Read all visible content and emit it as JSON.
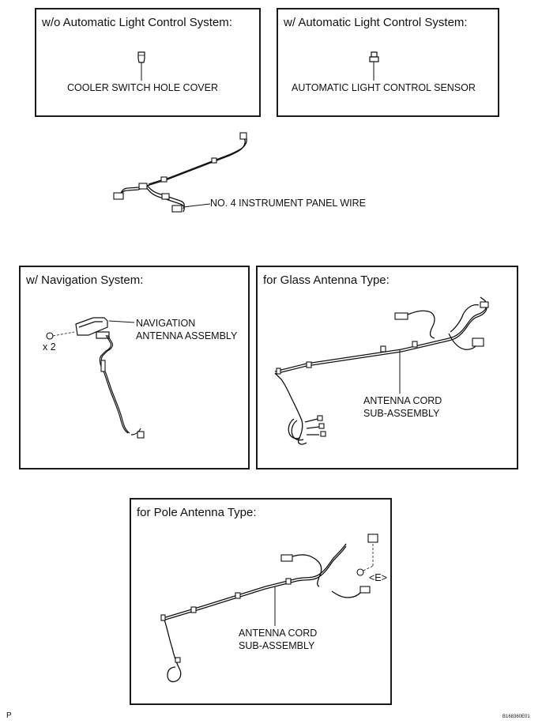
{
  "panels": {
    "without_alc": {
      "title": "w/o Automatic Light Control System:",
      "part_label": "COOLER SWITCH HOLE COVER"
    },
    "with_alc": {
      "title": "w/ Automatic Light Control System:",
      "part_label": "AUTOMATIC LIGHT CONTROL SENSOR"
    },
    "navigation": {
      "title": "w/ Navigation System:",
      "part_label_line1": "NAVIGATION",
      "part_label_line2": "ANTENNA ASSEMBLY",
      "quantity": "x 2"
    },
    "glass_antenna": {
      "title": "for Glass Antenna Type:",
      "part_label_line1": "ANTENNA CORD",
      "part_label_line2": "SUB-ASSEMBLY"
    },
    "pole_antenna": {
      "title": "for Pole Antenna Type:",
      "part_label_line1": "ANTENNA CORD",
      "part_label_line2": "SUB-ASSEMBLY",
      "ground_mark": "<E>"
    }
  },
  "wire_label": "NO. 4 INSTRUMENT PANEL WIRE",
  "corner_mark": "P",
  "figure_code": "B168360E01"
}
